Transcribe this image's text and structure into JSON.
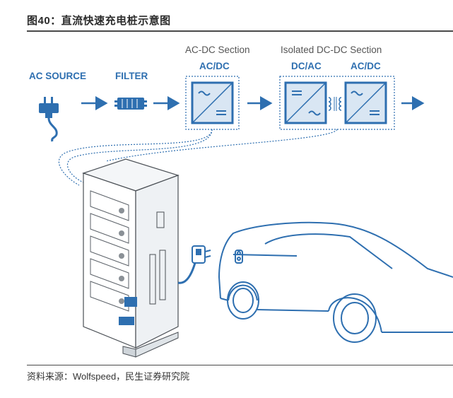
{
  "figure": {
    "title": "图40：直流快速充电桩示意图",
    "source": "资料来源：Wolfspeed，民生证券研究院"
  },
  "diagram": {
    "ac_source_label": "AC SOURCE",
    "filter_label": "FILTER",
    "acdc_section_label": "AC-DC Section",
    "acdc_stage_label": "AC/DC",
    "isolated_section_label": "Isolated DC-DC Section",
    "dcac_stage_label": "DC/AC",
    "acdc_stage2_label": "AC/DC"
  },
  "colors": {
    "accent_blue": "#2e6fb0",
    "light_blue": "#d9e6f3",
    "line_gray": "#9aa3ab"
  }
}
